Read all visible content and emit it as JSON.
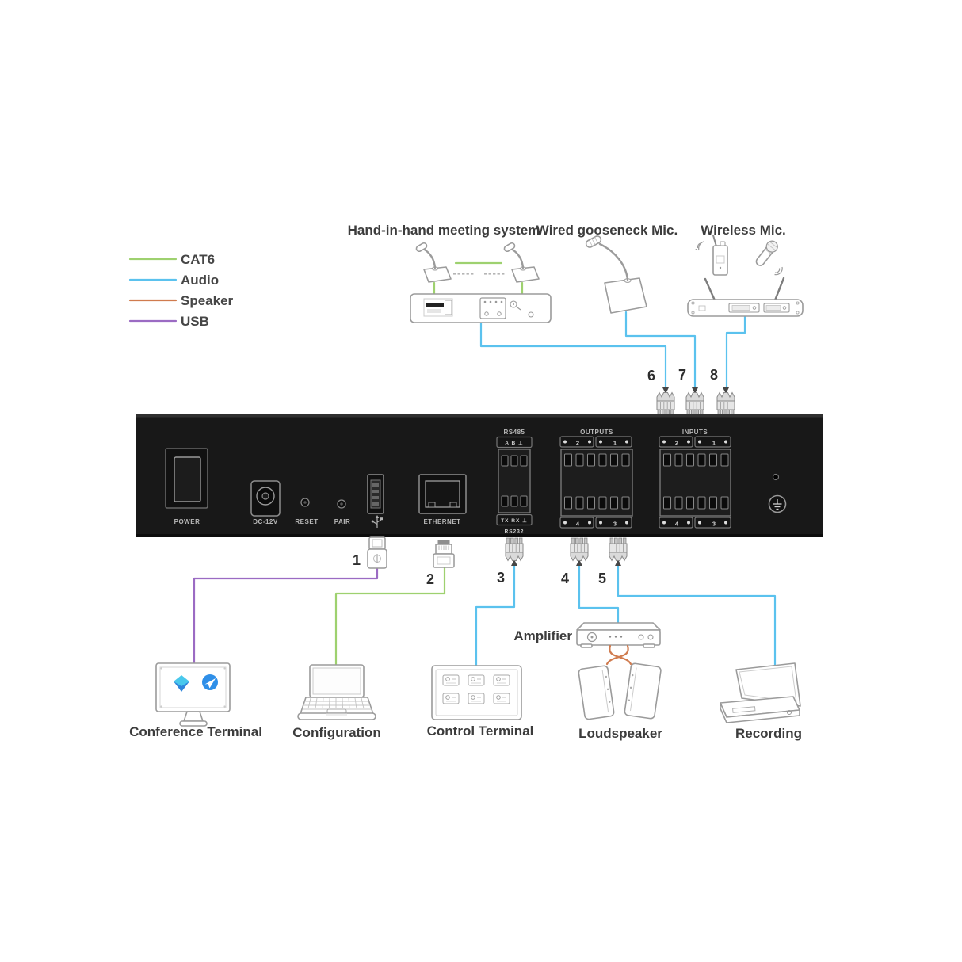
{
  "legend": {
    "items": [
      {
        "label": "CAT6",
        "color": "#9ed16f"
      },
      {
        "label": "Audio",
        "color": "#5bc2ee"
      },
      {
        "label": "Speaker",
        "color": "#d07b4e"
      },
      {
        "label": "USB",
        "color": "#9b6bc3"
      }
    ]
  },
  "top": {
    "meeting_system": "Hand-in-hand meeting system",
    "wired_mic": "Wired gooseneck Mic.",
    "wireless_mic": "Wireless Mic."
  },
  "rack": {
    "power": "POWER",
    "dc": "DC-12V",
    "reset": "RESET",
    "pair": "PAIR",
    "ethernet": "ETHERNET",
    "rs485": "RS485",
    "rs485_pins": "A B ⊥",
    "rs232_pins": "TX RX ⊥",
    "rs232": "RS232",
    "outputs": "OUTPUTS",
    "inputs": "INPUTS",
    "ch1": "1",
    "ch2": "2",
    "ch3": "3",
    "ch4": "4"
  },
  "connectors": {
    "n1": "1",
    "n2": "2",
    "n3": "3",
    "n4": "4",
    "n5": "5",
    "n6": "6",
    "n7": "7",
    "n8": "8"
  },
  "bottom": {
    "conference": "Conference Terminal",
    "configuration": "Configuration",
    "control": "Control Terminal",
    "amplifier": "Amplifier",
    "loudspeaker": "Loudspeaker",
    "recording": "Recording"
  }
}
